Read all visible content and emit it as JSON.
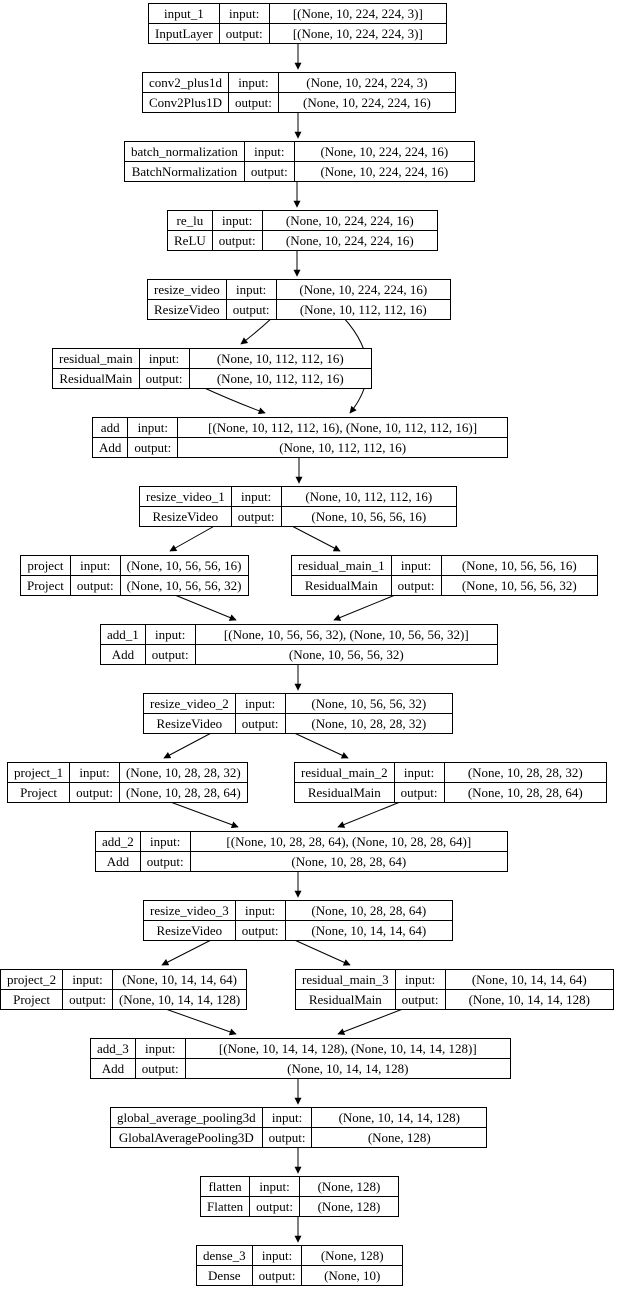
{
  "diagram": {
    "kind": "keras-model-plot",
    "colors": {
      "line": "#000000",
      "background": "#ffffff"
    }
  },
  "labels": {
    "input": "input:",
    "output": "output:"
  },
  "nodes": [
    {
      "name": "input_1",
      "type": "InputLayer",
      "input": "[(None, 10, 224, 224, 3)]",
      "output": "[(None, 10, 224, 224, 3)]"
    },
    {
      "name": "conv2_plus1d",
      "type": "Conv2Plus1D",
      "input": "(None, 10, 224, 224, 3)",
      "output": "(None, 10, 224, 224, 16)"
    },
    {
      "name": "batch_normalization",
      "type": "BatchNormalization",
      "input": "(None, 10, 224, 224, 16)",
      "output": "(None, 10, 224, 224, 16)"
    },
    {
      "name": "re_lu",
      "type": "ReLU",
      "input": "(None, 10, 224, 224, 16)",
      "output": "(None, 10, 224, 224, 16)"
    },
    {
      "name": "resize_video",
      "type": "ResizeVideo",
      "input": "(None, 10, 224, 224, 16)",
      "output": "(None, 10, 112, 112, 16)"
    },
    {
      "name": "residual_main",
      "type": "ResidualMain",
      "input": "(None, 10, 112, 112, 16)",
      "output": "(None, 10, 112, 112, 16)"
    },
    {
      "name": "add",
      "type": "Add",
      "input": "[(None, 10, 112, 112, 16), (None, 10, 112, 112, 16)]",
      "output": "(None, 10, 112, 112, 16)"
    },
    {
      "name": "resize_video_1",
      "type": "ResizeVideo",
      "input": "(None, 10, 112, 112, 16)",
      "output": "(None, 10, 56, 56, 16)"
    },
    {
      "name": "project",
      "type": "Project",
      "input": "(None, 10, 56, 56, 16)",
      "output": "(None, 10, 56, 56, 32)"
    },
    {
      "name": "residual_main_1",
      "type": "ResidualMain",
      "input": "(None, 10, 56, 56, 16)",
      "output": "(None, 10, 56, 56, 32)"
    },
    {
      "name": "add_1",
      "type": "Add",
      "input": "[(None, 10, 56, 56, 32), (None, 10, 56, 56, 32)]",
      "output": "(None, 10, 56, 56, 32)"
    },
    {
      "name": "resize_video_2",
      "type": "ResizeVideo",
      "input": "(None, 10, 56, 56, 32)",
      "output": "(None, 10, 28, 28, 32)"
    },
    {
      "name": "project_1",
      "type": "Project",
      "input": "(None, 10, 28, 28, 32)",
      "output": "(None, 10, 28, 28, 64)"
    },
    {
      "name": "residual_main_2",
      "type": "ResidualMain",
      "input": "(None, 10, 28, 28, 32)",
      "output": "(None, 10, 28, 28, 64)"
    },
    {
      "name": "add_2",
      "type": "Add",
      "input": "[(None, 10, 28, 28, 64), (None, 10, 28, 28, 64)]",
      "output": "(None, 10, 28, 28, 64)"
    },
    {
      "name": "resize_video_3",
      "type": "ResizeVideo",
      "input": "(None, 10, 28, 28, 64)",
      "output": "(None, 10, 14, 14, 64)"
    },
    {
      "name": "project_2",
      "type": "Project",
      "input": "(None, 10, 14, 14, 64)",
      "output": "(None, 10, 14, 14, 128)"
    },
    {
      "name": "residual_main_3",
      "type": "ResidualMain",
      "input": "(None, 10, 14, 14, 64)",
      "output": "(None, 10, 14, 14, 128)"
    },
    {
      "name": "add_3",
      "type": "Add",
      "input": "[(None, 10, 14, 14, 128), (None, 10, 14, 14, 128)]",
      "output": "(None, 10, 14, 14, 128)"
    },
    {
      "name": "global_average_pooling3d",
      "type": "GlobalAveragePooling3D",
      "input": "(None, 10, 14, 14, 128)",
      "output": "(None, 128)"
    },
    {
      "name": "flatten",
      "type": "Flatten",
      "input": "(None, 128)",
      "output": "(None, 128)"
    },
    {
      "name": "dense_3",
      "type": "Dense",
      "input": "(None, 128)",
      "output": "(None, 10)"
    }
  ],
  "edges": [
    {
      "from": "input_1",
      "to": "conv2_plus1d"
    },
    {
      "from": "conv2_plus1d",
      "to": "batch_normalization"
    },
    {
      "from": "batch_normalization",
      "to": "re_lu"
    },
    {
      "from": "re_lu",
      "to": "resize_video"
    },
    {
      "from": "resize_video",
      "to": "residual_main"
    },
    {
      "from": "resize_video",
      "to": "add"
    },
    {
      "from": "residual_main",
      "to": "add"
    },
    {
      "from": "add",
      "to": "resize_video_1"
    },
    {
      "from": "resize_video_1",
      "to": "project"
    },
    {
      "from": "resize_video_1",
      "to": "residual_main_1"
    },
    {
      "from": "project",
      "to": "add_1"
    },
    {
      "from": "residual_main_1",
      "to": "add_1"
    },
    {
      "from": "add_1",
      "to": "resize_video_2"
    },
    {
      "from": "resize_video_2",
      "to": "project_1"
    },
    {
      "from": "resize_video_2",
      "to": "residual_main_2"
    },
    {
      "from": "project_1",
      "to": "add_2"
    },
    {
      "from": "residual_main_2",
      "to": "add_2"
    },
    {
      "from": "add_2",
      "to": "resize_video_3"
    },
    {
      "from": "resize_video_3",
      "to": "project_2"
    },
    {
      "from": "resize_video_3",
      "to": "residual_main_3"
    },
    {
      "from": "project_2",
      "to": "add_3"
    },
    {
      "from": "residual_main_3",
      "to": "add_3"
    },
    {
      "from": "add_3",
      "to": "global_average_pooling3d"
    },
    {
      "from": "global_average_pooling3d",
      "to": "flatten"
    },
    {
      "from": "flatten",
      "to": "dense_3"
    }
  ]
}
